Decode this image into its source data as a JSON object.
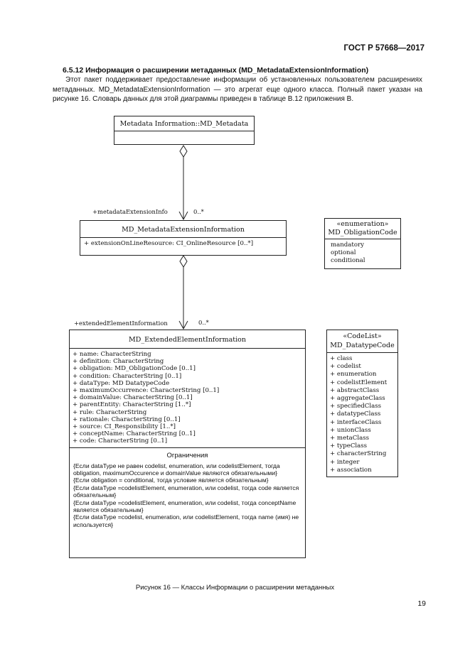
{
  "header": {
    "standard": "ГОСТ Р 57668—2017"
  },
  "section": {
    "title": "6.5.12 Информация о расширении метаданных (MD_MetadataExtensionInformation)",
    "paragraph": "Этот пакет поддерживает предоставление информации об установленных пользователем расширениях метаданных. MD_MetadataExtensionInformation — это агрегат еще одного класса. Полный пакет указан на рисунке 16. Словарь данных для этой диаграммы приведен в таблице В.12 приложения В."
  },
  "diagram": {
    "md_metadata": {
      "name": "Metadata Information::MD_Metadata"
    },
    "role_extension_info": "+metadataExtensionInfo",
    "mult_extension_info": "0..*",
    "md_extension": {
      "name": "MD_MetadataExtensionInformation",
      "attribute": "+  extensionOnLineResource:  CI_OnlineResource [0..*]"
    },
    "role_extended_element": "+extendedElementInformation",
    "mult_extended_element": "0..*",
    "md_extended": {
      "name": "MD_ExtendedElementInformation",
      "attributes": [
        "+  name: CharacterString",
        "+  definition: CharacterString",
        "+  obligation: MD_ObligationCode [0..1]",
        "+  condition: CharacterString [0..1]",
        "+  dataType: MD DatatypeCode",
        "+  maximumOccurrence: CharacterString [0..1]",
        "+  domainValue: CharacterString  [0..1]",
        "+  parentEntity: CharacterString [1..*]",
        "+  rule: CharacterString",
        "+  rationale: CharacterString [0..1]",
        "+  source: CI_Responsibility [1..*]",
        "+  conceptName: CharacterString [0..1]",
        "+  code: CharacterString [0..1]"
      ],
      "constraints_title": "Ограничения",
      "constraints": [
        "{Если dataType не равен codelist, enumeration, или codelistElement, тогда obligation, maximumOccurence и domainValue являются обязательными}",
        "{Если obligation = conditional, тогда условие является обязательным}",
        "{Если dataType =codelistElement, enumeration, или codelist, тогда code является обязательным}",
        "{Если dataType =codelistElement, enumeration, или codelist, тогда conceptName является обязательным}",
        "{Если dataType =codelist, enumeration, или codelistElement, тогда name (имя) не используется}"
      ]
    },
    "obligation_code": {
      "stereotype": "«enumeration»",
      "name": "MD_ObligationCode",
      "items": [
        "mandatory",
        "optional",
        "conditional"
      ]
    },
    "datatype_code": {
      "stereotype": "«CodeList»",
      "name": "MD_DatatypeCode",
      "items": [
        "+  class",
        "+  codelist",
        "+  enumeration",
        "+  codelistElement",
        "+  abstractClass",
        "+  aggregateClass",
        "+  specifiedClass",
        "+  datatypeClass",
        "+  interfaceClass",
        "+  unionClass",
        "+  metaClass",
        "+  typeClass",
        "+  characterString",
        "+  integer",
        "+  association"
      ]
    }
  },
  "caption": "Рисунок 16 — Классы Информации о расширении метаданных",
  "page_number": "19"
}
